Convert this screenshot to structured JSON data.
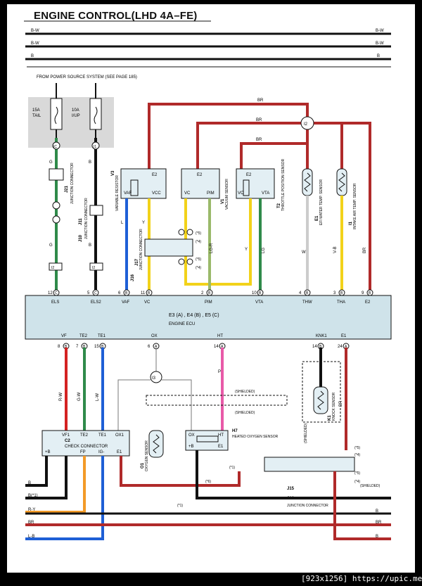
{
  "title": "ENGINE CONTROL(LHD 4A–FE)",
  "power_note": "FROM POWER SOURCE SYSTEM (SEE PAGE 185)",
  "footer": "[923x1256] https://upic.me/",
  "bus_lines": [
    "B-W",
    "B-W",
    "B"
  ],
  "fuses": [
    {
      "amp": "15A",
      "name": "TAIL"
    },
    {
      "amp": "10A",
      "name": "I/UP"
    }
  ],
  "wire_labels": {
    "g": "G",
    "b": "B",
    "y": "Y",
    "l": "L",
    "br": "BR",
    "w": "W",
    "vb": "V-B",
    "lgr": "LG-R",
    "lg": "LG",
    "rw": "R-W",
    "gw": "G-W",
    "lw": "L-W",
    "p": "P",
    "rb": "B(*1)",
    "ry": "R-Y",
    "lb": "L-B",
    "shielded": "(SHIELDED)"
  },
  "connectors": {
    "ic": "IC",
    "i1": "I1",
    "i2": "I2",
    "j21": "J21",
    "j21_name": "JUNCTION CONNECTOR",
    "j11": "J11",
    "j11_name": "JUNCTION CONNECTOR",
    "j10": "J10",
    "j17": "J17",
    "j17_name": "JUNCTION CONNECTOR",
    "j16": "J16",
    "j15": "J15",
    "j16b": "J16",
    "j15_name": "JUNCTION CONNECTOR"
  },
  "sensors": [
    {
      "code": "V3",
      "name": "VARIABLE RESISTOR"
    },
    {
      "code": "V1",
      "name": "VACUUM SENSOR"
    },
    {
      "code": "T2",
      "name": "THROTTLE POSITION SENSOR"
    },
    {
      "code": "E1",
      "name": "EFI WATER TEMP. SENSOR"
    },
    {
      "code": "I1",
      "name": "INTAKE AIR TEMP. SENSOR"
    },
    {
      "code": "K1",
      "name": "KNOCK SENSOR"
    },
    {
      "code": "O1",
      "name": "OXYGEN SENSOR"
    },
    {
      "code": "H7",
      "name": "HEATED OXYGEN SENSOR"
    },
    {
      "code": "C2",
      "name": "CHECK CONNECTOR"
    }
  ],
  "sensor_pins": {
    "v3": [
      "E2",
      "VAF",
      "VCC"
    ],
    "v1": [
      "E2",
      "VC",
      "PIM"
    ],
    "t2": [
      "E2",
      "VC",
      "VTA"
    ],
    "c2": [
      "VF1",
      "TE2",
      "TE1",
      "OX1",
      "+B",
      "FP",
      "IG-",
      "E1"
    ],
    "h7": [
      "OX",
      "HT",
      "+B",
      "E1"
    ]
  },
  "ecu": {
    "title": "E3 (A) , E4 (B) , E5 (C)",
    "name": "ENGINE ECU",
    "top_pins": [
      {
        "num": "12",
        "conn": "C",
        "label": "ELS"
      },
      {
        "num": "5",
        "conn": "C",
        "label": "ELS2"
      },
      {
        "num": "6",
        "conn": "B",
        "label": "VAF"
      },
      {
        "num": "11",
        "conn": "B",
        "label": "VC"
      },
      {
        "num": "2",
        "conn": "B",
        "label": "PIM"
      },
      {
        "num": "10",
        "conn": "B",
        "label": "VTA"
      },
      {
        "num": "4",
        "conn": "B",
        "label": "THW"
      },
      {
        "num": "3",
        "conn": "B",
        "label": "THA"
      },
      {
        "num": "9",
        "conn": "B",
        "label": "E2"
      }
    ],
    "bottom_pins": [
      {
        "num": "8",
        "conn": "B",
        "label": "VF"
      },
      {
        "num": "7",
        "conn": "B",
        "label": "TE2"
      },
      {
        "num": "15",
        "conn": "B",
        "label": "TE1"
      },
      {
        "num": "6",
        "conn": "A",
        "label": "OX"
      },
      {
        "num": "14",
        "conn": "A",
        "label": "HT"
      },
      {
        "num": "14",
        "conn": "B",
        "label": "KNK1"
      },
      {
        "num": "24",
        "conn": "A",
        "label": "E1"
      }
    ]
  },
  "notes": {
    "n5": "(*5)",
    "n4": "(*4)",
    "n1": "(*1)",
    "n6": "(*6)"
  },
  "colors": {
    "br": "#b02a2a",
    "green": "#2f8a4a",
    "black": "#111111",
    "yellow": "#f2d21a",
    "blue": "#1e5fd6",
    "pink": "#e85aa8",
    "red": "#d42222",
    "white_wire": "#cccccc",
    "ecu_fill": "#cfe3ea",
    "sensor_fill": "#e3eff4",
    "lgr": "#9ab96a"
  }
}
